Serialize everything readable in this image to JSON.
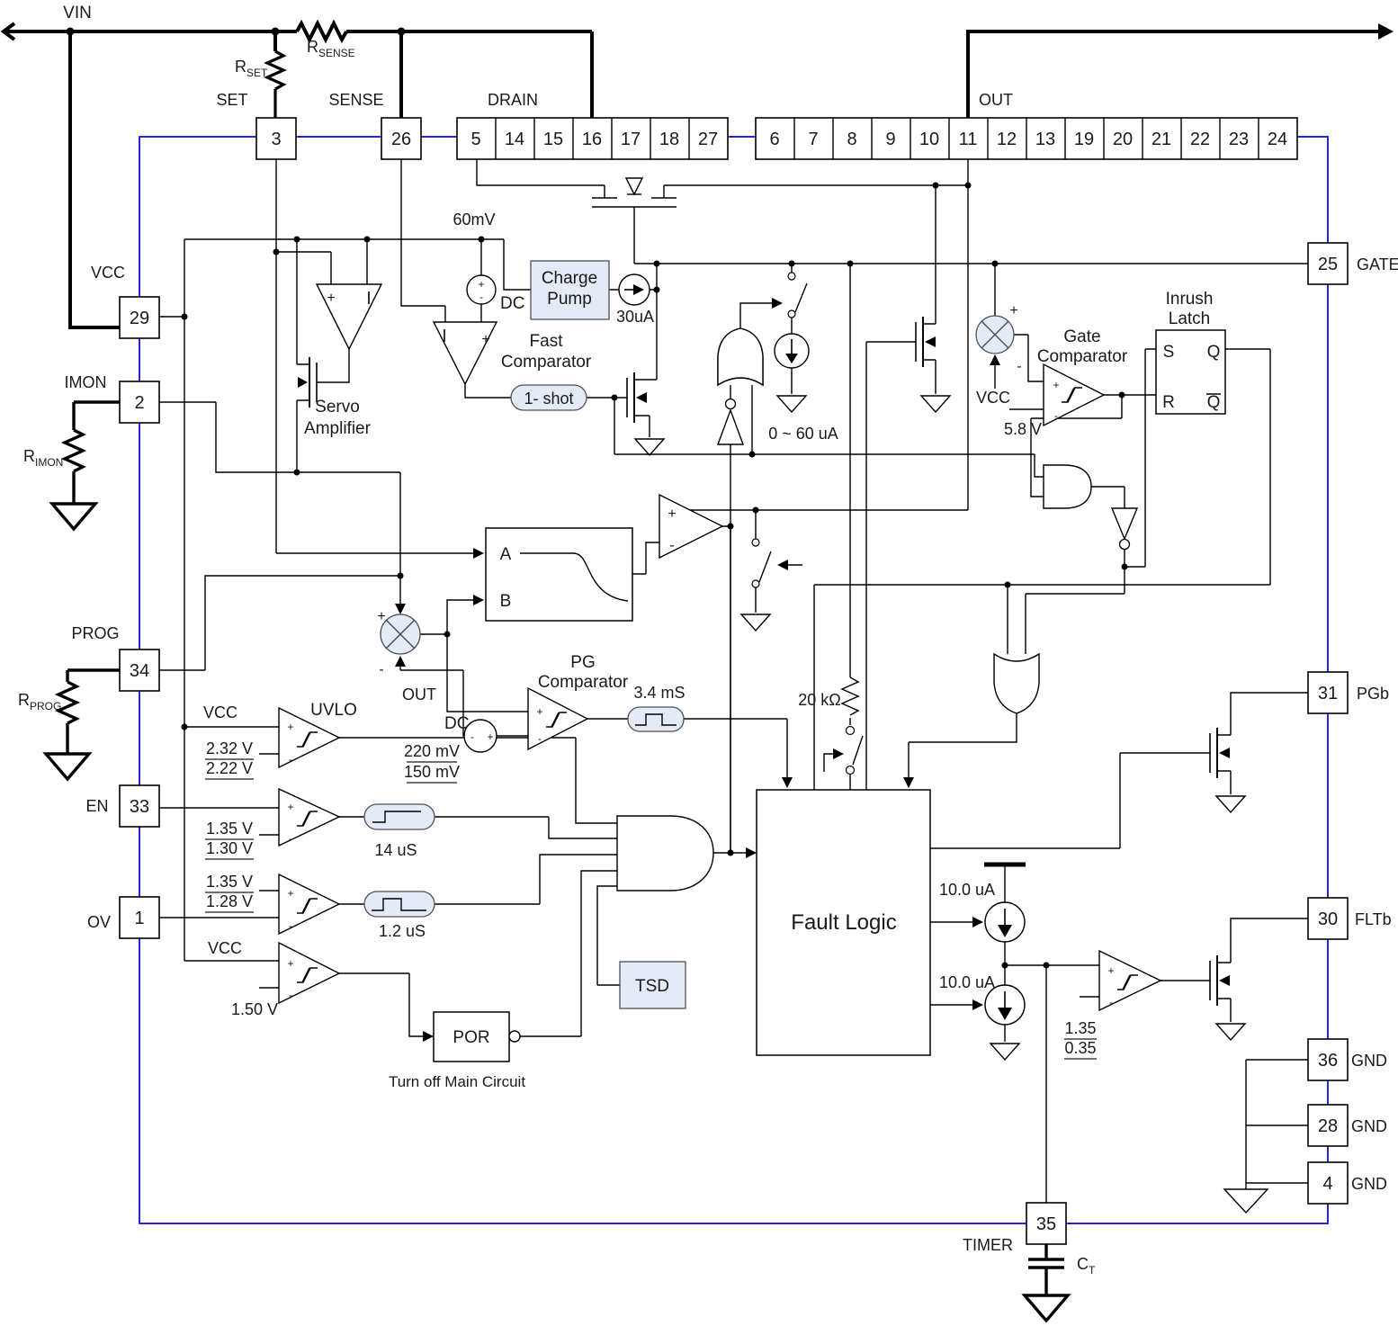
{
  "colors": {
    "chip_outline": "#0000d8",
    "wire": "#000000",
    "block_fill": "#e4eaf6"
  },
  "pins": {
    "top": [
      {
        "num": "3",
        "label": "SET"
      },
      {
        "num": "26",
        "label": "SENSE"
      }
    ],
    "drain_label": "DRAIN",
    "drain": [
      "5",
      "14",
      "15",
      "16",
      "17",
      "18",
      "27"
    ],
    "out_label": "OUT",
    "out": [
      "6",
      "7",
      "8",
      "9",
      "10",
      "11",
      "12",
      "13",
      "19",
      "20",
      "21",
      "22",
      "23",
      "24"
    ],
    "left": [
      {
        "num": "29",
        "label": "VCC"
      },
      {
        "num": "2",
        "label": "IMON"
      },
      {
        "num": "34",
        "label": "PROG"
      },
      {
        "num": "33",
        "label": "EN"
      },
      {
        "num": "1",
        "label": "OV"
      }
    ],
    "right": [
      {
        "num": "25",
        "label": "GATE"
      },
      {
        "num": "31",
        "label": "PGb"
      },
      {
        "num": "30",
        "label": "FLTb"
      },
      {
        "num": "36",
        "label": "GND"
      },
      {
        "num": "28",
        "label": "GND"
      },
      {
        "num": "4",
        "label": "GND"
      }
    ],
    "bottom": {
      "num": "35",
      "label": "TIMER"
    }
  },
  "external": {
    "vin": "VIN",
    "r_sense": {
      "main": "R",
      "sub": "SENSE"
    },
    "r_set": {
      "main": "R",
      "sub": "SET"
    },
    "r_imon": {
      "main": "R",
      "sub": "IMON"
    },
    "r_prog": {
      "main": "R",
      "sub": "PROG"
    },
    "c_t": {
      "main": "C",
      "sub": "T"
    }
  },
  "blocks": {
    "servo": [
      "Servo",
      "Amplifier"
    ],
    "charge_pump": [
      "Charge",
      "Pump"
    ],
    "fast_comp": [
      "Fast",
      "Comparator"
    ],
    "one_shot": "1- shot",
    "gate_comp": [
      "Gate",
      "Comparator"
    ],
    "inrush_latch": [
      "Inrush",
      "Latch"
    ],
    "pg_comp": [
      "PG",
      "Comparator"
    ],
    "uvlo": "UVLO",
    "por": "POR",
    "por_note": "Turn off Main Circuit",
    "tsd": "TSD",
    "fault_logic": "Fault Logic"
  },
  "latch": {
    "s": "S",
    "q": "Q",
    "r": "R",
    "qb": "Q"
  },
  "ab": {
    "a": "A",
    "b": "B",
    "out": "OUT"
  },
  "values": {
    "mv60": "60mV",
    "dc": "DC",
    "ua30": "30uA",
    "ua0_60": "0 ~ 60 uA",
    "v5_8": "5.8 V",
    "vcc": "VCC",
    "uvlo_hi": "2.32 V",
    "uvlo_lo": "2.22 V",
    "en_hi": "1.35 V",
    "en_lo": "1.30 V",
    "us14": "14 uS",
    "ov_hi": "1.35 V",
    "ov_lo": "1.28 V",
    "us1_2": "1.2 uS",
    "v1_50": "1.50 V",
    "mv220": "220 mV",
    "mv150": "150 mV",
    "ms3_4": "3.4 mS",
    "k20": "20 kΩ",
    "ua10": "10.0 uA",
    "flt_hi": "1.35",
    "flt_lo": "0.35",
    "plus": "+",
    "minus": "-"
  }
}
